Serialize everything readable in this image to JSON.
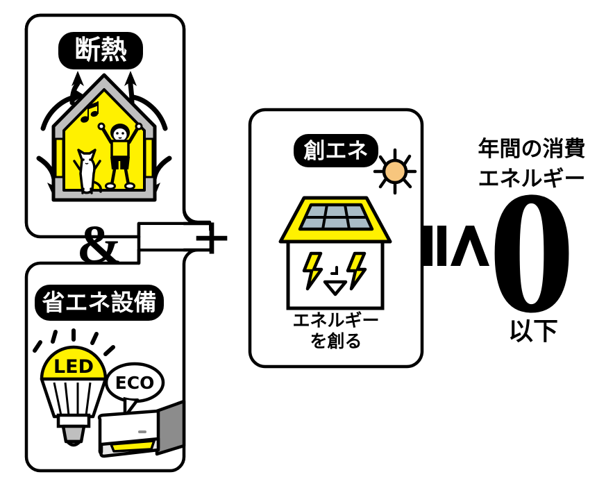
{
  "page": {
    "title": "ZEH concept diagram",
    "background": "#ffffff"
  },
  "colors": {
    "yellow": "#FFF100",
    "black": "#000000",
    "white": "#FFFFFF",
    "gray": "#BFBFBF",
    "panel_blue_gray": "#A9BCC6",
    "sun_orange": "#F7C67E",
    "light_gray": "#E6E6E6",
    "dark_gray": "#8C8C8C"
  },
  "panels": {
    "insulation": {
      "badge_label": "断熱",
      "icon_name": "house-with-family-insulation-icon"
    },
    "energy_saving": {
      "badge_label": "省エネ設備",
      "bulb_label": "LED",
      "ac_label": "ECO",
      "icon_name": "led-bulb-and-air-conditioner-icon"
    },
    "energy_creation": {
      "badge_label": "創エネ",
      "caption_line1": "エネルギー",
      "caption_line2": "を創る",
      "icon_name": "house-with-solar-panel-icon"
    }
  },
  "operators": {
    "and": "&",
    "plus": "+",
    "less_than_or_equal": "≦"
  },
  "result": {
    "heading_line1": "年間の消費",
    "heading_line2": "エネルギー",
    "value": "0",
    "suffix": "以下"
  }
}
